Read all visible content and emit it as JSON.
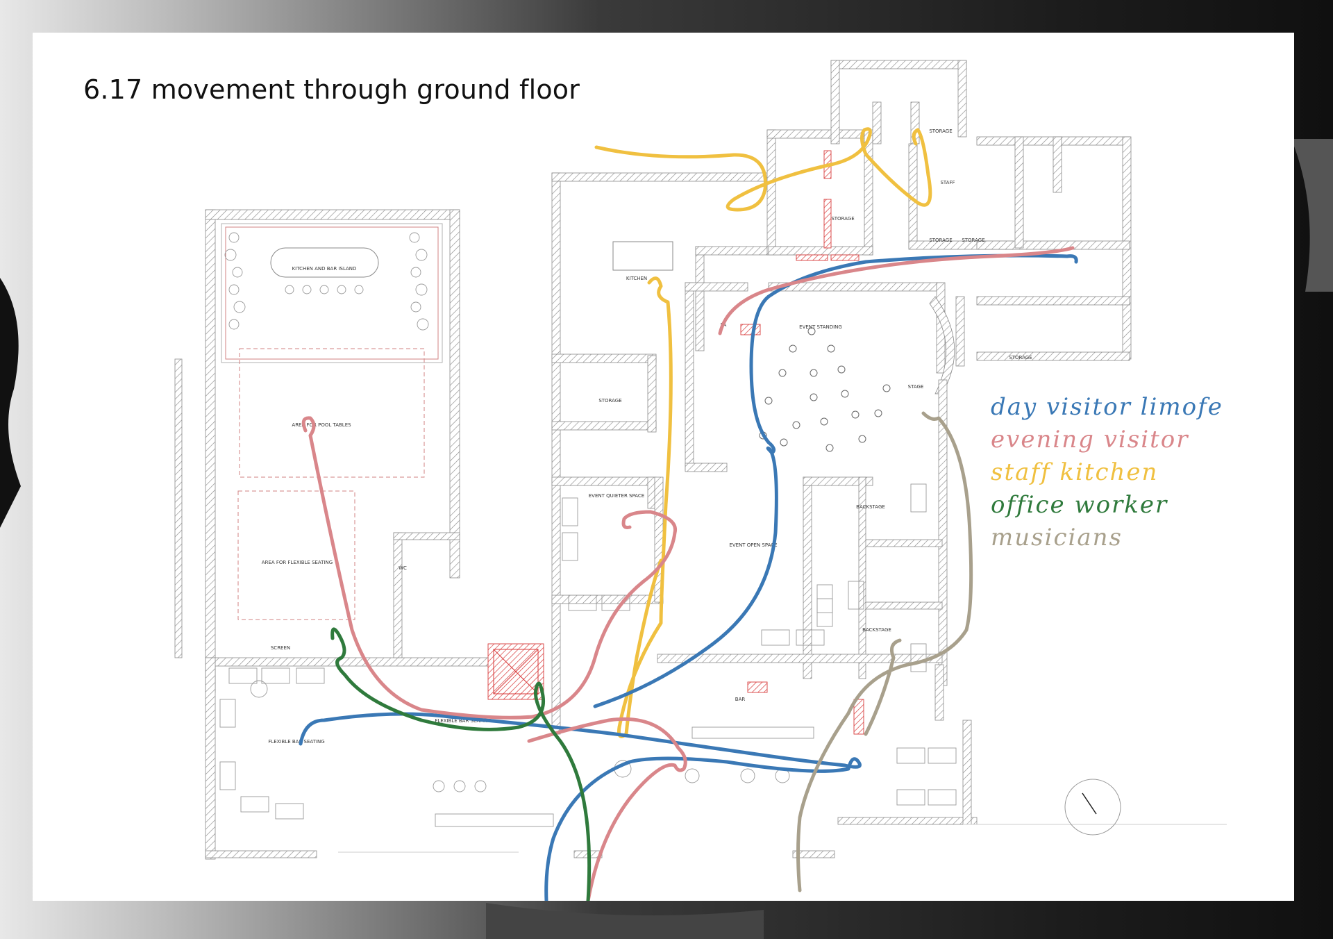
{
  "title": "6.17 movement through ground floor",
  "rooms": {
    "kitchen_bar_island": "KITCHEN AND BAR ISLAND",
    "pool_tables": "AREA FOR POOL TABLES",
    "flexible_seating": "AREA FOR FLEXIBLE SEATING",
    "screen": "SCREEN",
    "wc": "WC",
    "kitchen": "KITCHEN",
    "storage_left": "STORAGE",
    "storage_top": "STORAGE",
    "storage_a": "STORAGE",
    "storage_b": "STORAGE",
    "storage_corner": "STORAGE",
    "storage_right": "STORAGE",
    "staff": "STAFF",
    "pa": "PA",
    "event_standing": "EVENT STANDING",
    "stage": "STAGE",
    "event_quieter_space": "EVENT QUIETER SPACE",
    "event_open_space": "EVENT OPEN SPACE",
    "backstage_top": "BACKSTAGE",
    "backstage_bottom": "BACKSTAGE",
    "bar": "BAR",
    "flexible_bar_seating_left": "FLEXIBLE BAR SEATING",
    "flexible_bar_seating_mid": "FLEXIBLE BAR SEATING"
  },
  "legend": [
    {
      "label": "day visitor limofe",
      "color": "#3a78b5"
    },
    {
      "label": "evening visitor",
      "color": "#d9868a"
    },
    {
      "label": "staff kitchen",
      "color": "#f0c040"
    },
    {
      "label": "office worker",
      "color": "#2f7a3c"
    },
    {
      "label": "musicians",
      "color": "#a8a08c"
    }
  ],
  "colors": {
    "day": "#3a78b5",
    "evening": "#d9868a",
    "staff": "#f0c040",
    "office": "#2f7a3c",
    "musicians": "#a8a08c",
    "wall": "#9a9a9a",
    "accent_red": "#d83a3a"
  }
}
